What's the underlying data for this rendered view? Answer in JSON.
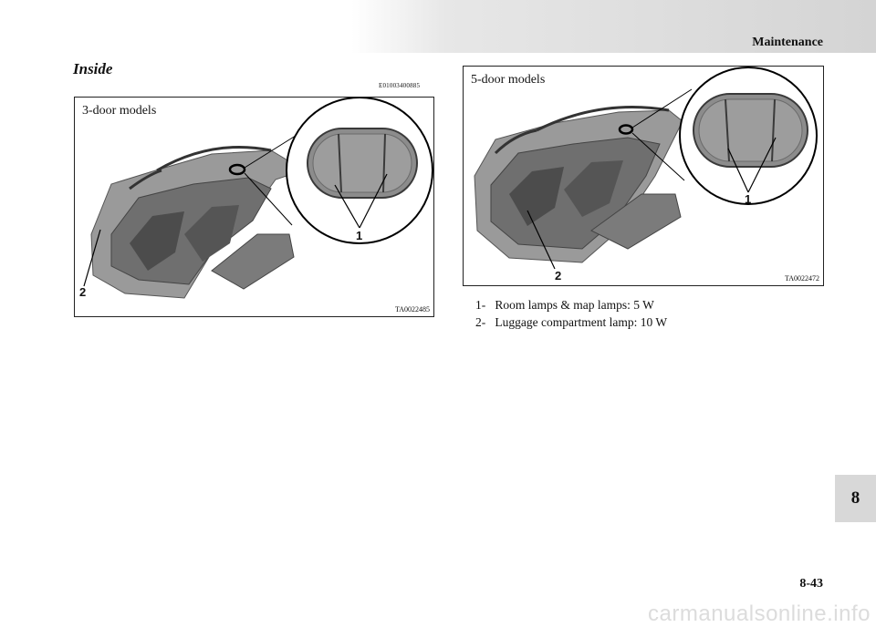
{
  "header": {
    "section": "Maintenance"
  },
  "heading": "Inside",
  "code": "E01003400885",
  "figures": [
    {
      "title": "3-door models",
      "id": "TA0022485",
      "callout_1": "1",
      "callout_2": "2"
    },
    {
      "title": "5-door models",
      "id": "TA0022472",
      "callout_1": "1",
      "callout_2": "2"
    }
  ],
  "legend": [
    {
      "num": "1-",
      "text": "Room lamps & map lamps: 5 W"
    },
    {
      "num": "2-",
      "text": "Luggage compartment lamp: 10 W"
    }
  ],
  "chapter_tab": "8",
  "page_number": "8-43",
  "watermark": "carmanualsonline.info",
  "colors": {
    "figure_grey": "#8c8c8c",
    "tab_grey": "#d8d8d8"
  }
}
